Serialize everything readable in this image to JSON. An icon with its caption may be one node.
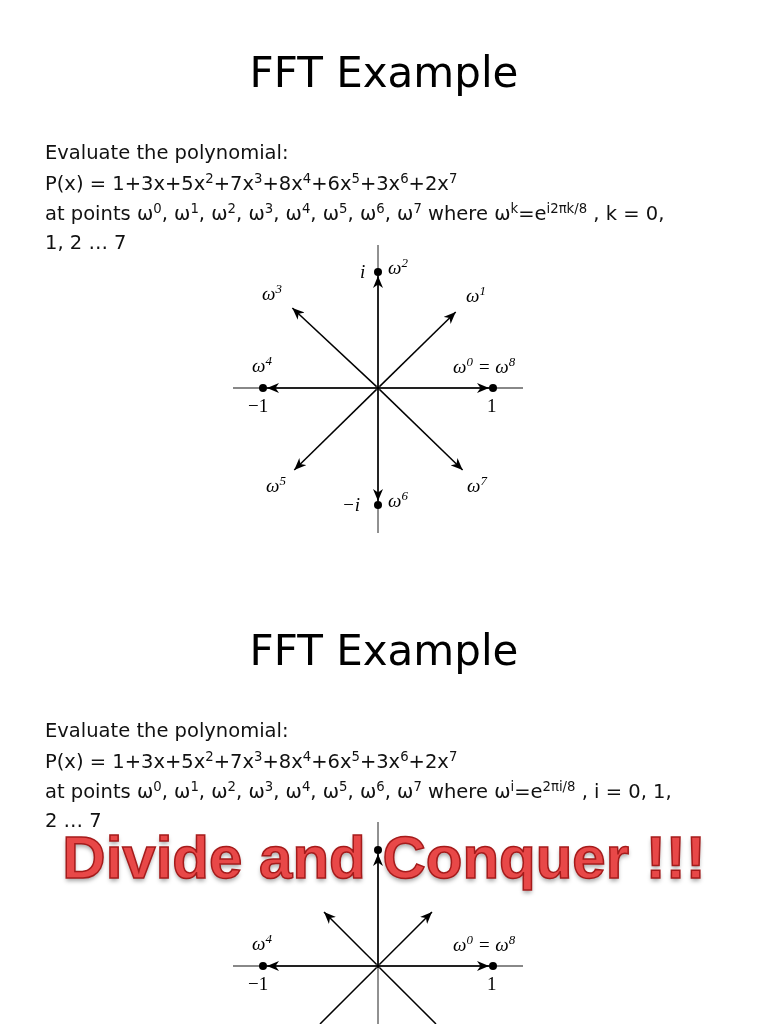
{
  "diagram": {
    "title": "FFT Example",
    "nodes": [
      {
        "text": [],
        "shape": "circle"
      },
      {
        "text": [],
        "shape": "circle",
        "beside": [
          "ω$^{0}$ = ω$^{8}$",
          "1"
        ]
      },
      {
        "text": [
          "ω$^{1}$"
        ]
      },
      {
        "text": [],
        "shape": "circle",
        "beside": [
          "i",
          "ω$^{2}$"
        ]
      },
      {
        "text": [
          "ω$^{3}$"
        ]
      },
      {
        "text": [],
        "shape": "circle",
        "beside": [
          "ω$^{4}$",
          "−1"
        ]
      },
      {
        "text": [
          "ω$^{5}$"
        ]
      },
      {
        "text": [],
        "shape": "circle",
        "beside": [
          "−i",
          "ω$^{6}$"
        ]
      },
      {
        "text": [
          "ω$^{7}$"
        ]
      },
      {
        "text": [],
        "shape": "circle"
      },
      {
        "text": [],
        "shape": "circle",
        "beside": [
          "ω$^{0}$ = ω$^{8}$",
          "1"
        ]
      },
      {
        "text": [],
        "shape": "circle",
        "beside": [
          "ω$^{4}$",
          "−1"
        ]
      },
      {
        "text": [],
        "shape": "circle"
      }
    ],
    "edges": [
      {
        "from": 0,
        "to": 1,
        "arrow": "to"
      },
      {
        "from": 0,
        "to": 2,
        "arrow": "to"
      },
      {
        "from": 0,
        "to": 3,
        "arrow": "to"
      },
      {
        "from": 0,
        "to": 4,
        "arrow": "to"
      },
      {
        "from": 0,
        "to": 5,
        "arrow": "to"
      },
      {
        "from": 0,
        "to": 6,
        "arrow": "to"
      },
      {
        "from": 0,
        "to": 7,
        "arrow": "to"
      },
      {
        "from": 0,
        "to": 8,
        "arrow": "to"
      },
      {
        "from": 12,
        "to": 10,
        "arrow": "to"
      },
      {
        "from": 12,
        "to": 11,
        "arrow": "to"
      },
      {
        "from": 12,
        "to": 9,
        "arrow": "to"
      },
      {
        "from": 12,
        "to": null,
        "arrow": "to"
      },
      {
        "from": 12,
        "to": null,
        "arrow": "to"
      },
      {
        "from": 12,
        "to": null,
        "arrow": "none"
      },
      {
        "from": 12,
        "to": null,
        "arrow": "none"
      }
    ],
    "labels": [
      "Evaluate the polynomial:",
      "P(x) = 1+3x+5x$^{2}$+7x$^{3}$+8x$^{4}$+6x$^{5}$+3x$^{6}$+2x$^{7}$",
      "at points ω$^{0}$, ω$^{1}$, ω$^{2}$, ω$^{3}$, ω$^{4}$, ω$^{5}$, ω$^{6}$, ω$^{7}$ where ω$^{k}$=e$^{i2πk/8}$ , k = 0, 1, 2 … 7",
      "FFT Example",
      "Evaluate the polynomial:",
      "P(x) = 1+3x+5x$^{2}$+7x$^{3}$+8x$^{4}$+6x$^{5}$+3x$^{6}$+2x$^{7}$",
      "at points ω$^{0}$, ω$^{1}$, ω$^{2}$, ω$^{3}$, ω$^{4}$, ω$^{5}$, ω$^{6}$, ω$^{7}$ where ω$^{i}$=e$^{2πi/8}$ , i = 0, 1, 2 … 7",
      "Divide and Conquer !!!"
    ]
  }
}
